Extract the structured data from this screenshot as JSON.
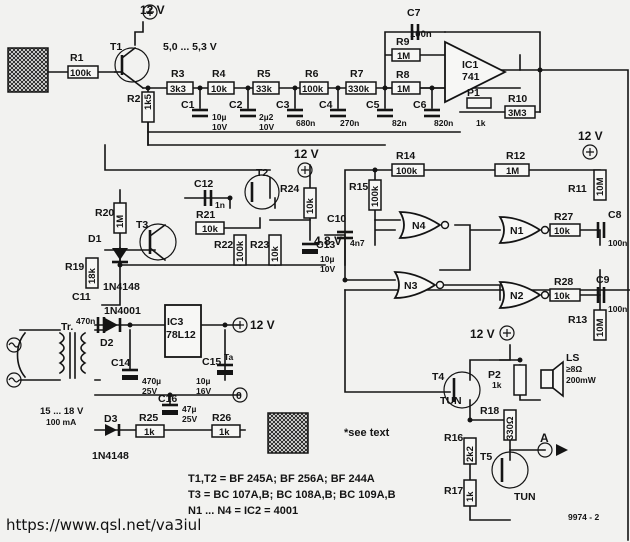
{
  "supply": {
    "v12": "12 V",
    "vdiv": "5,0 ... 5,3 V",
    "v48": "4,8 V",
    "ac_in": "15 ... 18 V",
    "ac_current": "100 mA"
  },
  "parts": {
    "R1": "R1",
    "R1v": "100k",
    "R2": "R2",
    "R2v": "1k5",
    "R3": "R3",
    "R3v": "3k3",
    "R4": "R4",
    "R4v": "10k",
    "R5": "R5",
    "R5v": "33k",
    "R6": "R6",
    "R6v": "100k",
    "R7": "R7",
    "R7v": "330k",
    "R8": "R8",
    "R8v": "1M",
    "R9": "R9",
    "R9v": "1M",
    "R10": "R10",
    "R10v": "3M3",
    "R11": "R11",
    "R11v": "10M",
    "R12": "R12",
    "R12v": "1M",
    "R13": "R13",
    "R13v": "10M",
    "R14": "R14",
    "R14v": "100k",
    "R15": "R15",
    "R15v": "100k",
    "R16": "R16",
    "R16v": "2k2",
    "R17": "R17",
    "R17v": "1k",
    "R18": "R18",
    "R18v": "330Ω",
    "R19": "R19",
    "R19v": "18k",
    "R20": "R20",
    "R20v": "1M",
    "R21": "R21",
    "R21v": "10k",
    "R22": "R22",
    "R22v": "100k",
    "R23": "R23",
    "R23v": "10k",
    "R24": "R24",
    "R24v": "10k",
    "R25": "R25",
    "R25v": "1k",
    "R26": "R26",
    "R26v": "1k",
    "R27": "R27",
    "R27v": "10k",
    "R28": "R28",
    "R28v": "10k",
    "C1": "C1",
    "C1v1": "10µ",
    "C1v2": "10V",
    "C2": "C2",
    "C2v1": "2µ2",
    "C2v2": "10V",
    "C3": "C3",
    "C3v": "680n",
    "C4": "C4",
    "C4v": "270n",
    "C5": "C5",
    "C5v": "82n",
    "C6": "C6",
    "C6v": "820n",
    "C7": "C7",
    "C7v": "100n",
    "C8": "C8",
    "C8v": "100n",
    "C9": "C9",
    "C9v": "100n",
    "C10": "C10",
    "C10v": "4n7",
    "C11": "C11",
    "C11v": "470n",
    "C12": "C12",
    "C12v": "1n",
    "C13": "C13",
    "C13v1": "10µ",
    "C13v2": "10V",
    "C14": "C14",
    "C14v1": "470µ",
    "C14v2": "25V",
    "C15": "C15",
    "C15t": "Ta",
    "C15v1": "10µ",
    "C15v2": "16V",
    "C16": "C16",
    "C16v1": "47µ",
    "C16v2": "25V",
    "T1": "T1",
    "T2": "T2",
    "T3": "T3",
    "T4": "T4",
    "T5": "T5",
    "TUN": "TUN",
    "D1": "D1",
    "D2": "D2",
    "D3": "D3",
    "D1v": "1N4148",
    "D2v": "1N4001",
    "D3v": "1N4148",
    "IC1": "IC1",
    "IC1v": "741",
    "IC3": "IC3",
    "IC3v": "78L12",
    "N1": "N1",
    "N2": "N2",
    "N3": "N3",
    "N4": "N4",
    "P1": "P1",
    "P1v": "1k",
    "P2": "P2",
    "P2v": "1k",
    "LS": "LS",
    "LSv1": "≥8Ω",
    "LSv2": "200mW",
    "Tr": "Tr.",
    "A": "A",
    "zero": "0"
  },
  "notes": {
    "line1": "T1,T2 = BF 245A; BF 256A; BF 244A",
    "line2": "T3 = BC 107A,B; BC 108A,B; BC 109A,B",
    "line3": "N1 ... N4 = IC2 = 4001",
    "see": "*see text",
    "fig": "9974 - 2"
  },
  "url": "https://www.qsl.net/va3iul"
}
